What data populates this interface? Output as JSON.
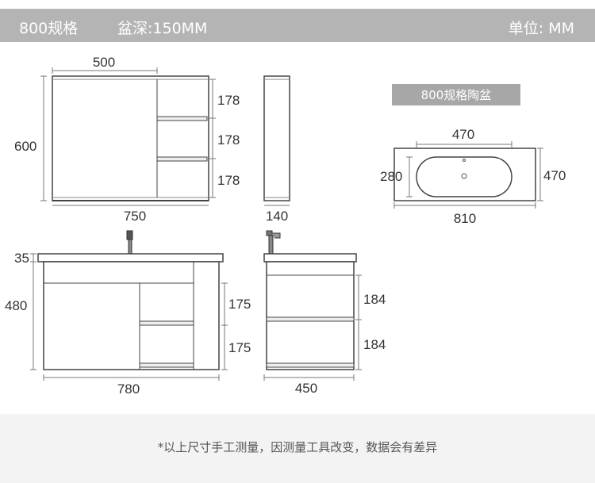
{
  "header": {
    "spec": "800规格",
    "basin_depth": "盆深:150MM",
    "unit": "单位: MM"
  },
  "mirror_cabinet": {
    "width": "500",
    "total_width": "750",
    "height": "600",
    "shelf_1": "178",
    "shelf_2": "178",
    "shelf_3": "178",
    "side_depth": "140"
  },
  "ceramic_basin": {
    "title": "800规格陶盆",
    "inner_width": "470",
    "inner_height": "280",
    "outer_depth": "470",
    "outer_width": "810"
  },
  "vanity": {
    "top_thickness": "35",
    "body_height": "480",
    "shelf_1": "175",
    "shelf_2": "175",
    "width": "780",
    "side_depth": "450",
    "side_shelf_1": "184",
    "side_shelf_2": "184"
  },
  "footer": {
    "note": "*以上尺寸手工测量，因测量工具改变，数据会有差异"
  },
  "colors": {
    "header_bg": "#b4b4b4",
    "label_bg": "#a7a7a7",
    "footer_bg": "#f3f3f3",
    "line": "#444444",
    "panel_fill": "#ffffff"
  }
}
